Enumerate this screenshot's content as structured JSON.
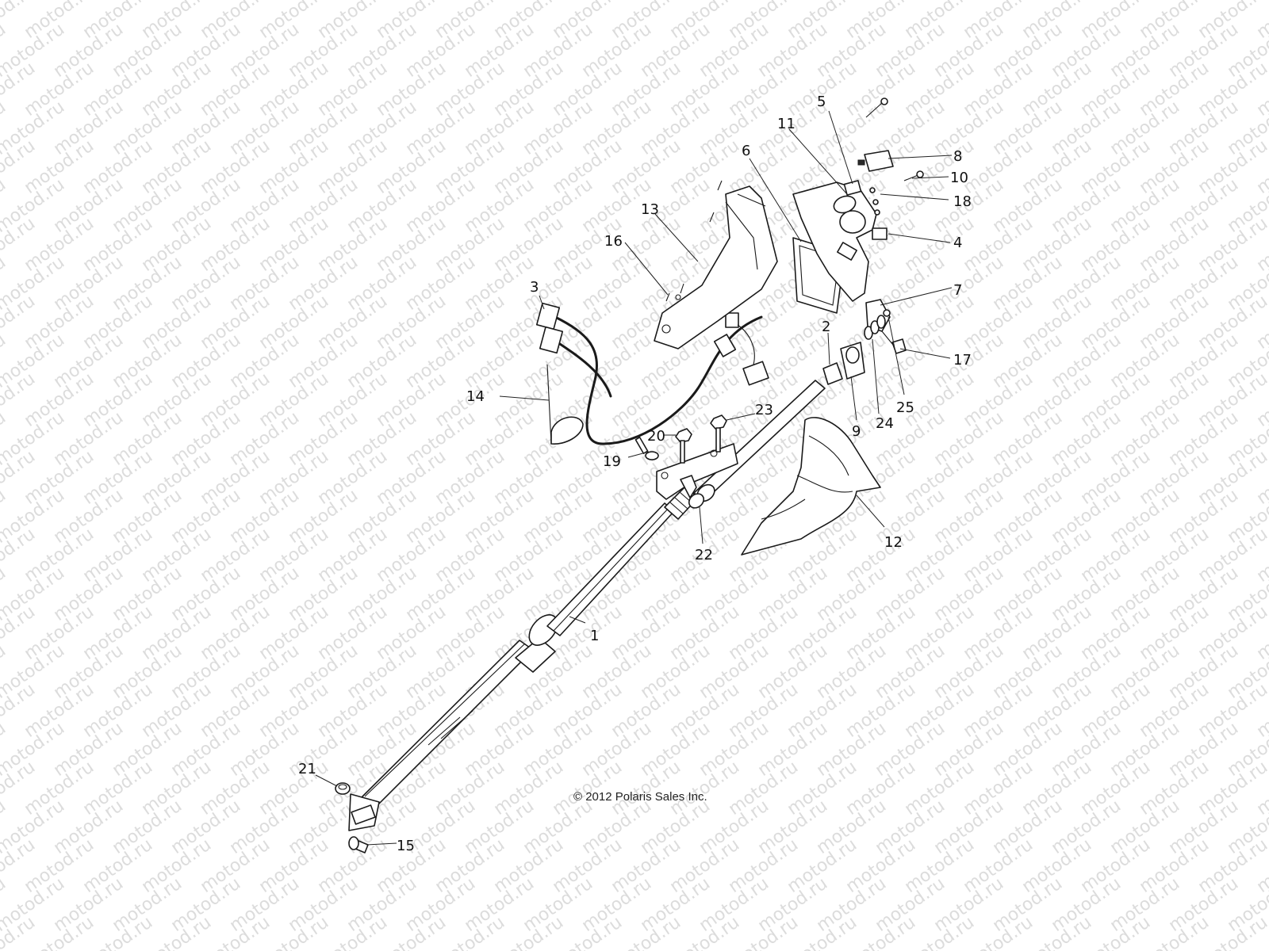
{
  "watermark": {
    "text": "motod.ru",
    "color": "#dcdcdc"
  },
  "copyright": "© 2012 Polaris Sales Inc.",
  "callouts": [
    {
      "id": "c1",
      "label": "1"
    },
    {
      "id": "c2",
      "label": "2"
    },
    {
      "id": "c3",
      "label": "3"
    },
    {
      "id": "c4",
      "label": "4"
    },
    {
      "id": "c5",
      "label": "5"
    },
    {
      "id": "c6",
      "label": "6"
    },
    {
      "id": "c7",
      "label": "7"
    },
    {
      "id": "c8",
      "label": "8"
    },
    {
      "id": "c9",
      "label": "9"
    },
    {
      "id": "c10",
      "label": "10"
    },
    {
      "id": "c11",
      "label": "11"
    },
    {
      "id": "c12",
      "label": "12"
    },
    {
      "id": "c13",
      "label": "13"
    },
    {
      "id": "c14",
      "label": "14"
    },
    {
      "id": "c15",
      "label": "15"
    },
    {
      "id": "c16",
      "label": "16"
    },
    {
      "id": "c17",
      "label": "17"
    },
    {
      "id": "c18",
      "label": "18"
    },
    {
      "id": "c19",
      "label": "19"
    },
    {
      "id": "c20",
      "label": "20"
    },
    {
      "id": "c21",
      "label": "21"
    },
    {
      "id": "c22",
      "label": "22"
    },
    {
      "id": "c23",
      "label": "23"
    },
    {
      "id": "c24",
      "label": "24"
    },
    {
      "id": "c25",
      "label": "25"
    }
  ]
}
